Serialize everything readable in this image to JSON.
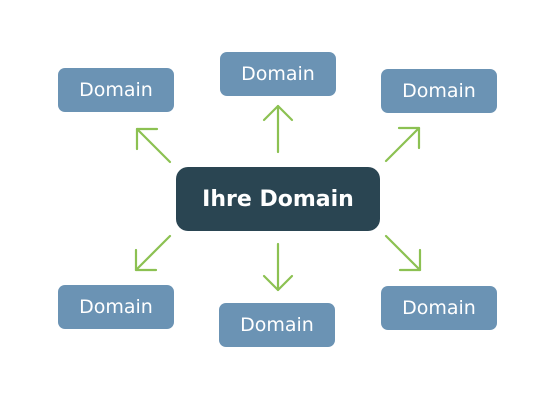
{
  "diagram": {
    "center_label": "Ihre Domain",
    "nodes": [
      {
        "id": "top",
        "label": "Domain"
      },
      {
        "id": "top-left",
        "label": "Domain"
      },
      {
        "id": "top-right",
        "label": "Domain"
      },
      {
        "id": "bottom-left",
        "label": "Domain"
      },
      {
        "id": "bottom",
        "label": "Domain"
      },
      {
        "id": "bottom-right",
        "label": "Domain"
      }
    ],
    "colors": {
      "center_box": "#2a4552",
      "node_box": "#6b93b4",
      "arrow": "#8cc152",
      "text": "#ffffff"
    }
  }
}
